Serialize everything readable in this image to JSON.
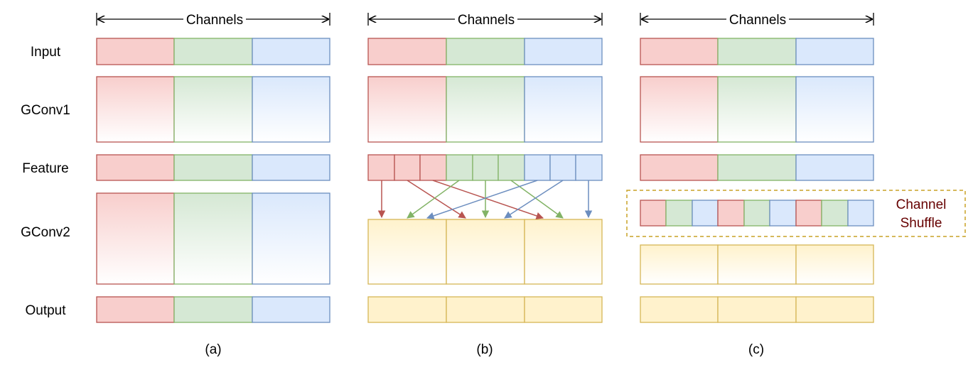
{
  "row_labels": {
    "input": "Input",
    "gconv1": "GConv1",
    "feature": "Feature",
    "gconv2": "GConv2",
    "output": "Output"
  },
  "panels": [
    {
      "id": "a",
      "channels_label": "Channels",
      "caption": "(a)"
    },
    {
      "id": "b",
      "channels_label": "Channels",
      "caption": "(b)"
    },
    {
      "id": "c",
      "channels_label": "Channels",
      "caption": "(c)"
    }
  ],
  "channel_shuffle": {
    "line1": "Channel",
    "line2": "Shuffle"
  },
  "colors": {
    "red_fill": "#f8cecc",
    "red_stroke": "#b85450",
    "green_fill": "#d5e8d4",
    "green_stroke": "#82b366",
    "blue_fill": "#dae8fc",
    "blue_stroke": "#6c8ebf",
    "yellow_fill": "#fff2cc",
    "yellow_stroke": "#d6b656",
    "shuffle_border": "#c9a227",
    "shuffle_text": "#660000"
  }
}
